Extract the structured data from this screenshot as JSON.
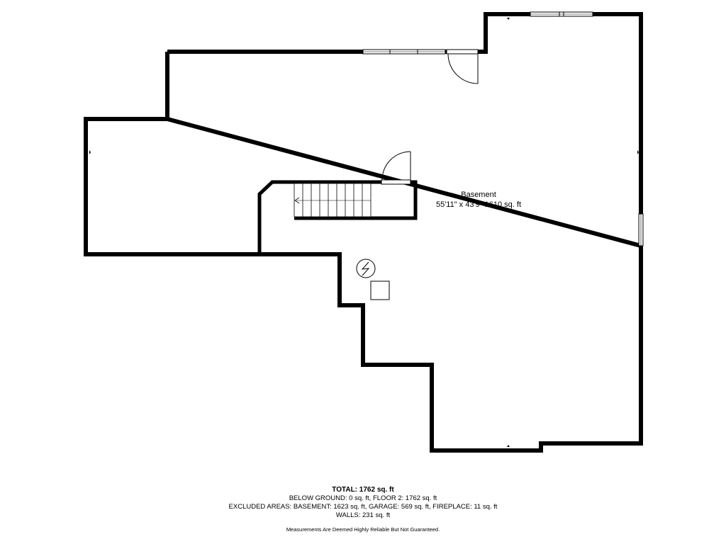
{
  "room": {
    "name": "Basement",
    "dimensions": "55'11\" x 43'9\" 1610 sq. ft"
  },
  "summary": {
    "total": "TOTAL: 1762 sq. ft",
    "below_ground": "BELOW GROUND: 0 sq. ft, FLOOR 2: 1762 sq. ft",
    "excluded_areas": "EXCLUDED AREAS: BASEMENT: 1623 sq. ft, GARAGE: 569 sq. ft, FIREPLACE: 11 sq. ft",
    "walls": "WALLS: 231 sq. ft"
  },
  "disclaimer": "Measurements Are Deemed Highly Reliable But Not Guaranteed.",
  "colors": {
    "wall": "#000000",
    "background": "#ffffff"
  },
  "icons": {
    "utility": "water-heater-icon",
    "equipment": "furnace-icon"
  }
}
